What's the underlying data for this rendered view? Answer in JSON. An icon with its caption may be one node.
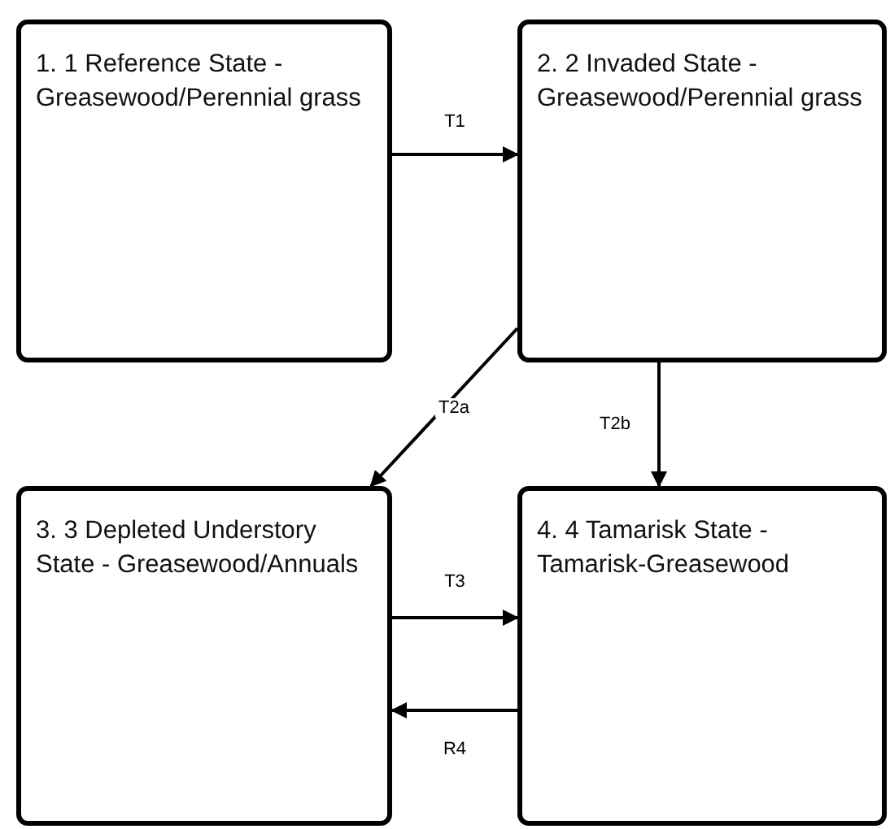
{
  "diagram": {
    "nodes": [
      {
        "text": [
          "1. 1 Reference State - Greasewood/Perennial grass"
        ]
      },
      {
        "text": [
          "2. 2 Invaded State - Greasewood/Perennial grass"
        ]
      },
      {
        "text": [
          "3. 3 Depleted Understory State - Greasewood/Annuals"
        ]
      },
      {
        "text": [
          "4. 4 Tamarisk State - Tamarisk-Greasewood"
        ]
      }
    ],
    "edges": [
      {
        "from": 0,
        "to": 1,
        "label": "T1",
        "arrow": "to"
      },
      {
        "from": 1,
        "to": 2,
        "label": "T2a",
        "arrow": "to"
      },
      {
        "from": 1,
        "to": 3,
        "label": "T2b",
        "arrow": "to"
      },
      {
        "from": 2,
        "to": 3,
        "label": "T3",
        "arrow": "to"
      },
      {
        "from": 3,
        "to": 2,
        "label": "R4",
        "arrow": "to"
      }
    ]
  }
}
